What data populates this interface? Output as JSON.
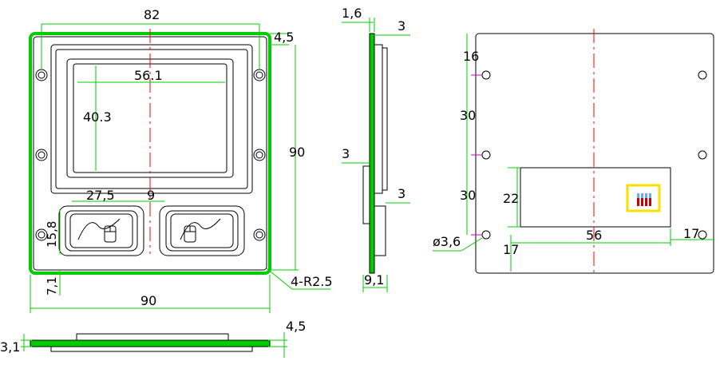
{
  "labels": {
    "front_width": "82",
    "front_corner_offset": "4,5",
    "screen_width": "56.1",
    "screen_height": "40.3",
    "front_height": "90",
    "button_width": "27,5",
    "button_gap": "9",
    "button_height": "15,8",
    "bottom_margin": "7,1",
    "corner_radius": "4-R2.5",
    "overall_width": "90",
    "pcb_thickness": "1,6",
    "side_top_offset": "3",
    "side_gap_a": "3",
    "side_gap_b": "3",
    "side_total_depth": "9,1",
    "hole_top": "16",
    "hole_spacing_1": "30",
    "hole_spacing_2": "30",
    "pcb_height": "22",
    "hole_diameter": "ø3,6",
    "pcb_width": "56",
    "right_offset": "17",
    "bottom_offset": "17",
    "bottom_view_right": "4,5",
    "bottom_view_thickness": "3,1"
  },
  "colors": {
    "outline": "#000000",
    "pcb": "#00cc00",
    "centerline": "#ff0000",
    "hole_marker": "#cc00cc",
    "connector": "#ffdd00"
  },
  "icons": [
    "mouse-button-icon-left",
    "mouse-button-icon-right",
    "connector-icon"
  ]
}
